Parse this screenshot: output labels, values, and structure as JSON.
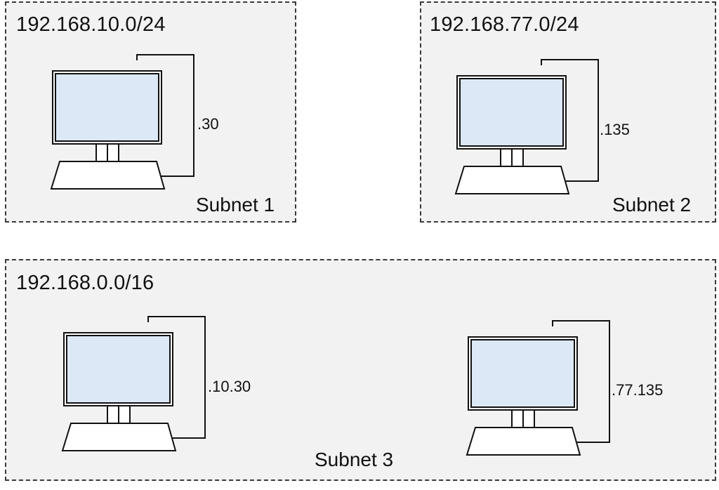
{
  "subnets": [
    {
      "name": "Subnet 1",
      "cidr": "192.168.10.0/24",
      "hosts": [
        {
          "label": ".30"
        }
      ]
    },
    {
      "name": "Subnet 2",
      "cidr": "192.168.77.0/24",
      "hosts": [
        {
          "label": ".135"
        }
      ]
    },
    {
      "name": "Subnet 3",
      "cidr": "192.168.0.0/16",
      "hosts": [
        {
          "label": ".10.30"
        },
        {
          "label": ".77.135"
        }
      ]
    }
  ],
  "colors": {
    "screen": "#dce8f5",
    "panel": "#f2f2f2",
    "stroke": "#111111",
    "border": "#3a3a3a"
  },
  "icon": "desktop-computer-icon"
}
